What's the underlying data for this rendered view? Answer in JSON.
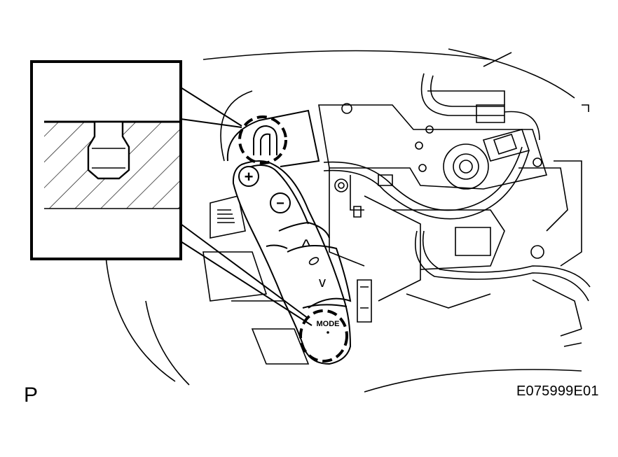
{
  "figure": {
    "view_letter": "P",
    "figure_code": "E075999E01",
    "switch_labels": {
      "plus": "+",
      "minus": "−",
      "up": "^",
      "down": "v",
      "mode": "MODE"
    }
  },
  "colors": {
    "line": "#000000",
    "background": "#ffffff"
  }
}
